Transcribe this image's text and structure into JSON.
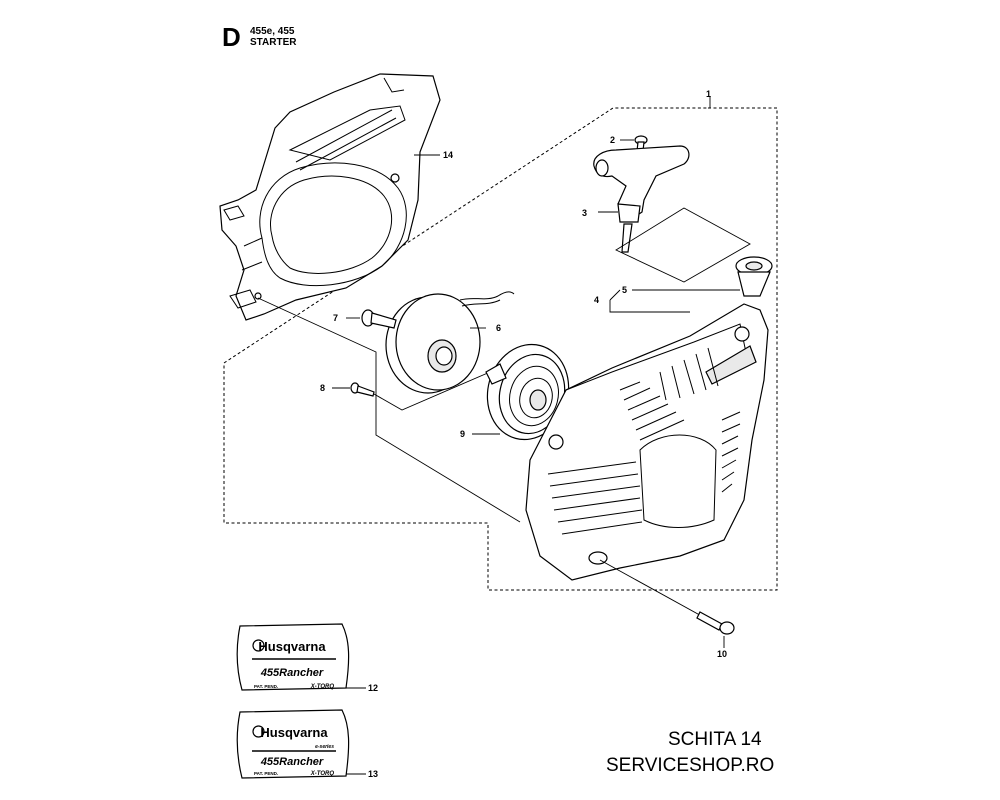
{
  "header": {
    "section_letter": "D",
    "models": "455e, 455",
    "title": "STARTER"
  },
  "callouts": [
    {
      "id": "c1",
      "label": "1"
    },
    {
      "id": "c2",
      "label": "2"
    },
    {
      "id": "c3",
      "label": "3"
    },
    {
      "id": "c4",
      "label": "4"
    },
    {
      "id": "c5",
      "label": "5"
    },
    {
      "id": "c6",
      "label": "6"
    },
    {
      "id": "c7",
      "label": "7"
    },
    {
      "id": "c8",
      "label": "8"
    },
    {
      "id": "c9",
      "label": "9"
    },
    {
      "id": "c10",
      "label": "10"
    },
    {
      "id": "c12",
      "label": "12"
    },
    {
      "id": "c13",
      "label": "13"
    },
    {
      "id": "c14",
      "label": "14"
    }
  ],
  "decals": {
    "decal12": {
      "brand": "Husqvarna",
      "model": "455Rancher",
      "feature": "X-TORQ",
      "small_text": "PAT. PEND."
    },
    "decal13": {
      "brand": "Husqvarna",
      "series": "e-series",
      "model": "455Rancher",
      "feature": "X-TORQ",
      "small_text": "PAT. PEND."
    }
  },
  "footer": {
    "line1": "SCHITA 14",
    "line2": "SERVICESHOP.RO"
  }
}
